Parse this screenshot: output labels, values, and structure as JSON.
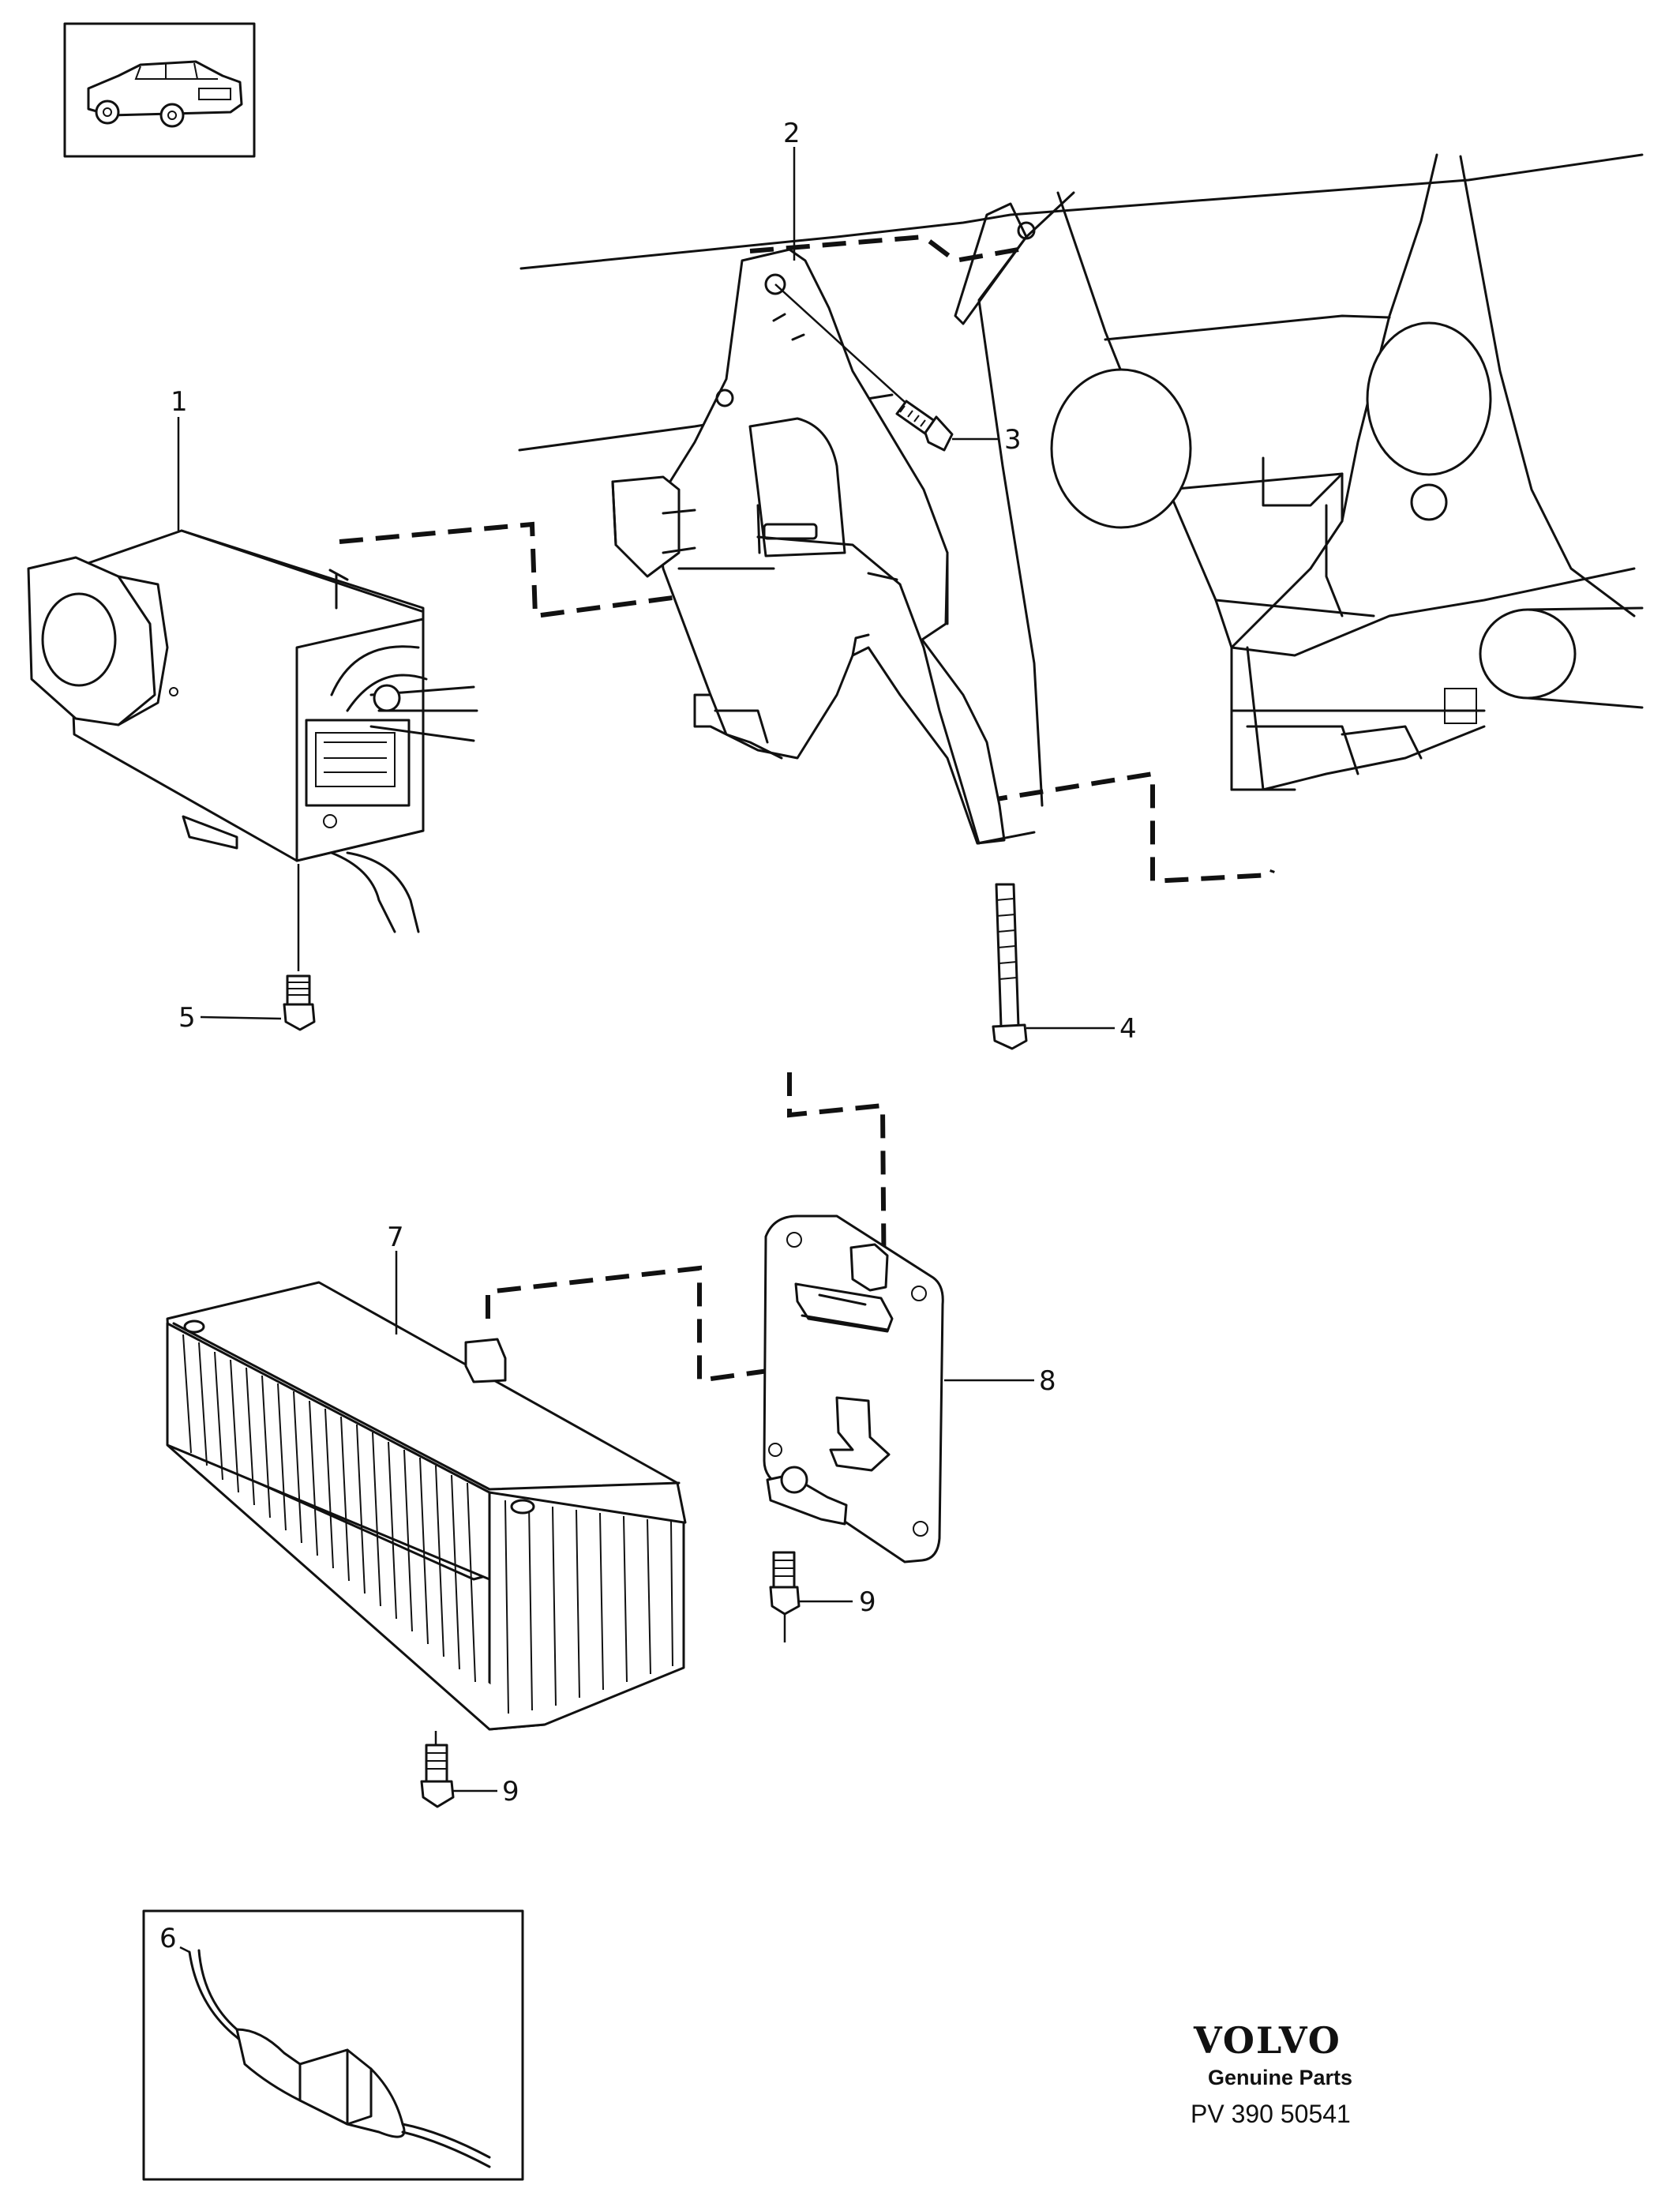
{
  "callouts": {
    "c1": "1",
    "c2": "2",
    "c3": "3",
    "c4": "4",
    "c5": "5",
    "c6": "6",
    "c7": "7",
    "c8": "8",
    "c9a": "9",
    "c9b": "9"
  },
  "footer": {
    "brand": "VOLVO",
    "subtitle": "Genuine Parts",
    "code": "PV 390 50541"
  },
  "icons": {
    "vehicle": "sedan-car-icon"
  }
}
